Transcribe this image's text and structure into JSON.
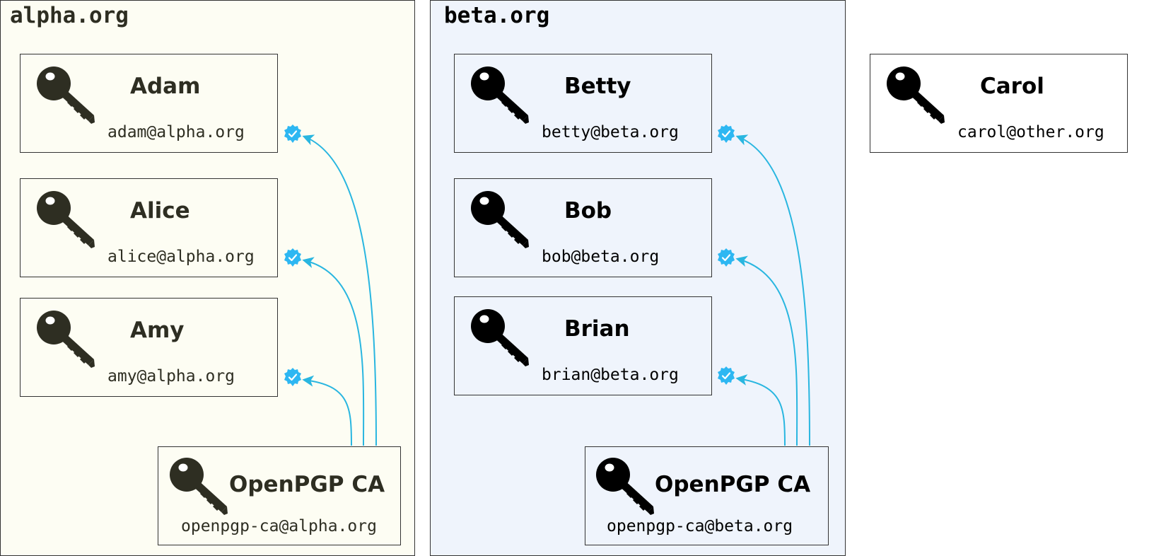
{
  "colors": {
    "alpha_background": "#fdfdf3",
    "beta_background": "#eff4fc",
    "alpha_ink": "#2e2e22",
    "beta_ink": "#000000",
    "certification_arrow": "#29b6e0",
    "verified_badge": "#2db7f2"
  },
  "icons": {
    "user_key": "key-icon",
    "certification": "verified-badge-icon"
  },
  "orgs": {
    "alpha": {
      "title": "alpha.org",
      "users": [
        {
          "name": "Adam",
          "email": "adam@alpha.org"
        },
        {
          "name": "Alice",
          "email": "alice@alpha.org"
        },
        {
          "name": "Amy",
          "email": "amy@alpha.org"
        }
      ],
      "ca": {
        "name": "OpenPGP CA",
        "email": "openpgp-ca@alpha.org"
      }
    },
    "beta": {
      "title": "beta.org",
      "users": [
        {
          "name": "Betty",
          "email": "betty@beta.org"
        },
        {
          "name": "Bob",
          "email": "bob@beta.org"
        },
        {
          "name": "Brian",
          "email": "brian@beta.org"
        }
      ],
      "ca": {
        "name": "OpenPGP CA",
        "email": "openpgp-ca@beta.org"
      }
    }
  },
  "external": {
    "name": "Carol",
    "email": "carol@other.org"
  }
}
